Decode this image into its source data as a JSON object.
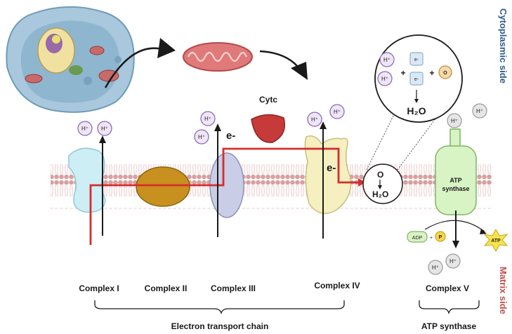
{
  "labels": {
    "cytc": "Cytc",
    "electron": "e-",
    "electron_iv": "e-",
    "proton": "H⁺",
    "e_box": "e-",
    "plus": "+",
    "oxygen": "O",
    "water": "H₂O",
    "water_zoom": "H₂O",
    "atp_synthase_line1": "ATP",
    "atp_synthase_line2": "synthase",
    "adp": "ADP",
    "phosphate": "P",
    "atp": "ATP"
  },
  "complexes": [
    "Complex I",
    "Complex II",
    "Complex III",
    "Complex IV",
    "Complex V"
  ],
  "brackets": {
    "etc": "Electron transport chain",
    "atp": "ATP synthase"
  },
  "sides": {
    "top": "Cytoplasmic side",
    "bottom": "Matrix side"
  },
  "colors": {
    "cytoplasmic": "#2e5c8a",
    "matrix": "#c0504d",
    "electron_path": "#d62d2d",
    "membrane_head": "#d9a0a0",
    "complex_i": "#cdeef5",
    "complex_ii": "#c8901f",
    "complex_iii": "#c9cde6",
    "complex_iv": "#f6efc0",
    "cytc": "#c63a3a",
    "atp_synthase": "#d8f3c4",
    "proton_fill": "#efe6f7",
    "proton_stroke": "#8a63b5"
  }
}
